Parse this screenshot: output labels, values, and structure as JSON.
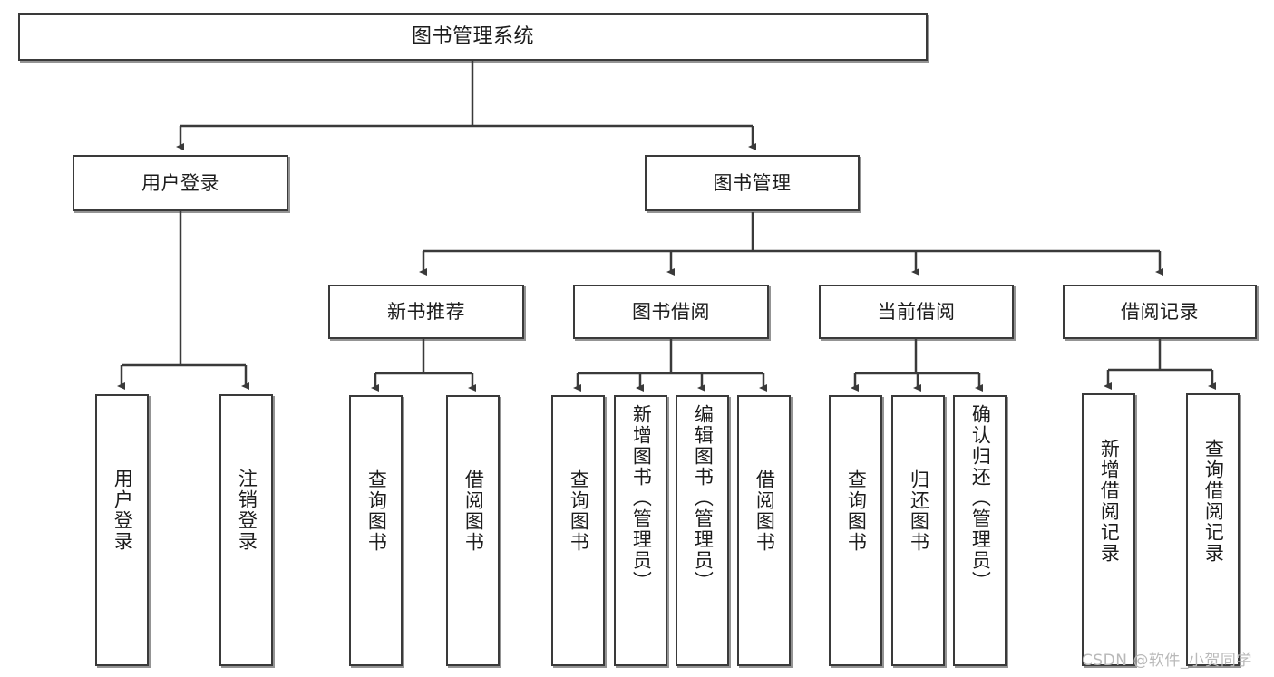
{
  "diagram": {
    "title": "图书管理系统",
    "watermark": "CSDN @软件_小贺同学",
    "type": "tree-hierarchy",
    "root": {
      "id": "root",
      "label": "图书管理系统"
    },
    "level2": [
      {
        "id": "user-login",
        "label": "用户登录"
      },
      {
        "id": "book-manage",
        "label": "图书管理"
      }
    ],
    "level3": [
      {
        "id": "new-book-recommend",
        "label": "新书推荐",
        "parent": "book-manage"
      },
      {
        "id": "book-borrow",
        "label": "图书借阅",
        "parent": "book-manage"
      },
      {
        "id": "current-borrow",
        "label": "当前借阅",
        "parent": "book-manage"
      },
      {
        "id": "borrow-record",
        "label": "借阅记录",
        "parent": "book-manage"
      }
    ],
    "leaves": [
      {
        "id": "leaf-user-login",
        "label": "用户登录",
        "parent": "user-login"
      },
      {
        "id": "leaf-user-logout",
        "label": "注销登录",
        "parent": "user-login"
      },
      {
        "id": "leaf-query-book-1",
        "label": "查询图书",
        "parent": "new-book-recommend"
      },
      {
        "id": "leaf-borrow-book-1",
        "label": "借阅图书",
        "parent": "new-book-recommend"
      },
      {
        "id": "leaf-query-book-2",
        "label": "查询图书",
        "parent": "book-borrow"
      },
      {
        "id": "leaf-add-book",
        "label": "新增图书（管理员）",
        "parent": "book-borrow"
      },
      {
        "id": "leaf-edit-book",
        "label": "编辑图书（管理员）",
        "parent": "book-borrow"
      },
      {
        "id": "leaf-borrow-book-2",
        "label": "借阅图书",
        "parent": "book-borrow"
      },
      {
        "id": "leaf-query-book-3",
        "label": "查询图书",
        "parent": "current-borrow"
      },
      {
        "id": "leaf-return-book",
        "label": "归还图书",
        "parent": "current-borrow"
      },
      {
        "id": "leaf-confirm-return",
        "label": "确认归还（管理员）",
        "parent": "current-borrow"
      },
      {
        "id": "leaf-add-record",
        "label": "新增借阅记录",
        "parent": "borrow-record"
      },
      {
        "id": "leaf-query-record",
        "label": "查询借阅记录",
        "parent": "borrow-record"
      }
    ],
    "colors": {
      "stroke": "#3a3a3a",
      "background": "#ffffff",
      "text": "#1c1c1c",
      "watermark": "#b9b9b9"
    }
  }
}
